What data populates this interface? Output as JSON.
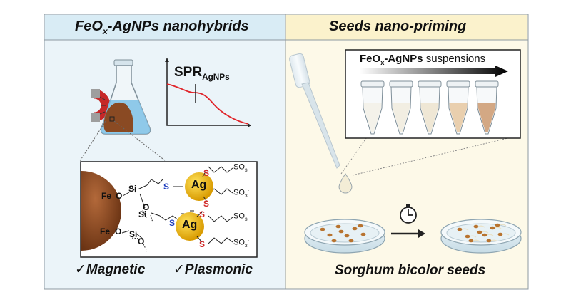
{
  "left_panel": {
    "title_prefix": "FeO",
    "title_sub": "x",
    "title_suffix": "-AgNPs nanohybrids",
    "bg_color": "#ebf4f9",
    "header_color": "#d9ecf5",
    "spr_label_main": "SPR",
    "spr_label_sub": "AgNPs",
    "curve_color": "#e0242a",
    "check_magnetic": "✓Magnetic",
    "check_plasmonic": "✓Plasmonic",
    "icons": [
      "magnet-icon",
      "erlenmeyer-flask-icon"
    ]
  },
  "structure": {
    "fe_label": "Fe",
    "o_label": "O",
    "si_label": "Si",
    "s_label": "S",
    "ag_label": "Ag",
    "so3_label": "SO",
    "so3_sub": "3",
    "so3_sup": "-",
    "s_color": "#d12a2a",
    "s_blue_color": "#1f3fbf",
    "ag_color": "#f0b800",
    "core_color": "#8a4a23"
  },
  "right_panel": {
    "title": "Seeds nano-priming",
    "bg_color": "#fdf9e8",
    "header_color": "#fbf2cc",
    "suspension_label_prefix": "FeO",
    "suspension_label_sub": "x",
    "suspension_label_mid": "-AgNPs",
    "suspension_label_suffix": " suspensions",
    "tube_fill_colors": [
      "#f4f2ea",
      "#f2eee2",
      "#efe7d5",
      "#e9cfae",
      "#d3a884"
    ],
    "seeds_caption": "Sorghum bicolor seeds",
    "icons": [
      "pipette-icon",
      "clock-icon",
      "petri-dish-icon",
      "arrow-right-icon"
    ]
  }
}
